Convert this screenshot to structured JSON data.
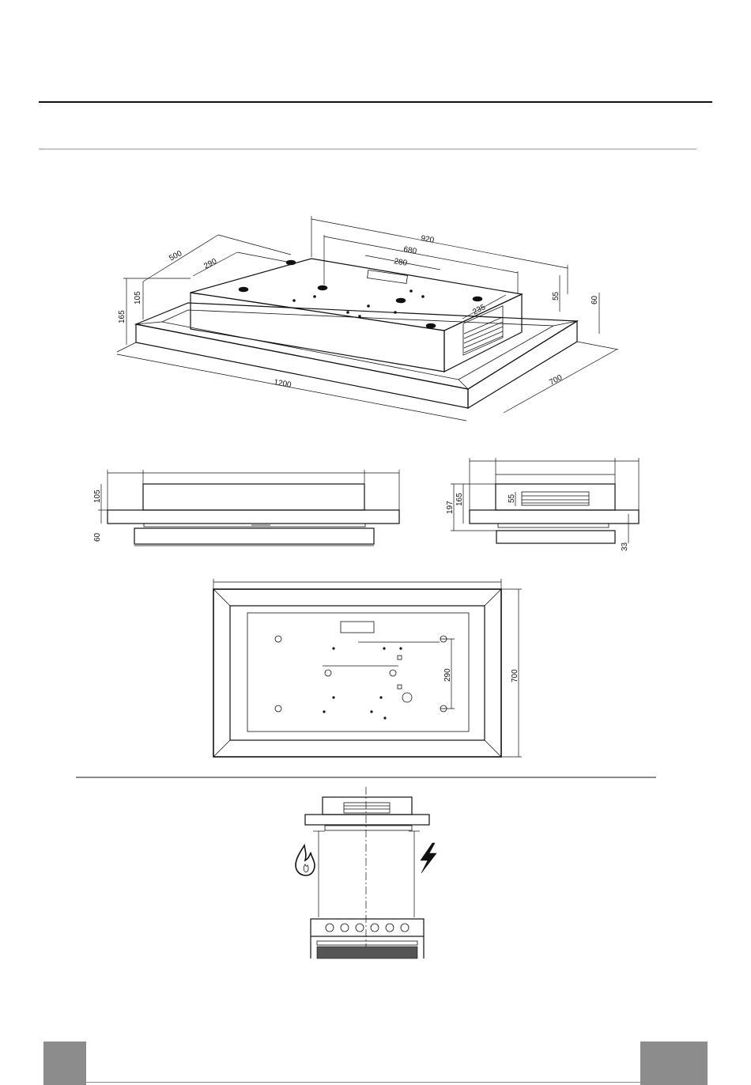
{
  "iso_view": {
    "dims": {
      "d920": "920",
      "d680": "680",
      "d280": "280",
      "d500": "500",
      "d290": "290",
      "d105": "105",
      "d165": "165",
      "d55": "55",
      "d60": "60",
      "d235": "235",
      "d1200": "1200",
      "d700": "700"
    }
  },
  "front_view": {
    "dims": {
      "d105": "105",
      "d60": "60"
    }
  },
  "side_view": {
    "dims": {
      "d197": "197",
      "d165": "165",
      "d55": "55",
      "d33": "33"
    }
  },
  "top_view": {
    "dims": {
      "d290": "290",
      "d700": "700"
    }
  },
  "install_view": {
    "icons": [
      "gas-flame-icon",
      "electric-bolt-icon"
    ]
  }
}
